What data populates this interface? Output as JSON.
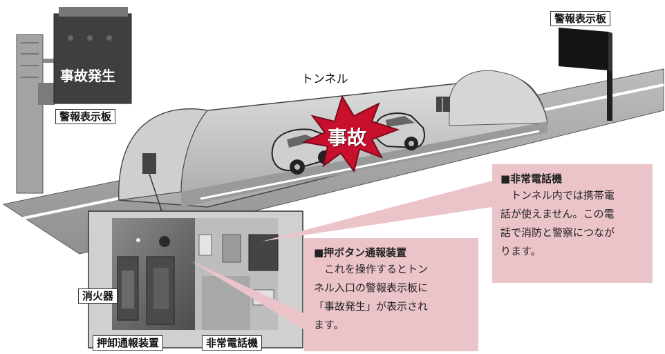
{
  "labels": {
    "tunnel": "トンネル",
    "accident": "事故",
    "accident_occurred": "事故発生",
    "warning_board_left": "警報表示板",
    "warning_board_right": "警報表示板",
    "extinguisher": "消火器",
    "push_button_device": "押卸通報装置",
    "emergency_phone_device": "非常電話機"
  },
  "notes": {
    "phone": {
      "title": "■非常電話機",
      "lines": [
        "トンネル内では携帯電",
        "話が使えません。この電",
        "話で消防と警察につなが",
        "ります。"
      ]
    },
    "button": {
      "title": "■押ボタン通報装置",
      "lines": [
        "これを操作するとトン",
        "ネル入口の警報表示板に",
        "「事故発生」が表示され",
        "ます。"
      ]
    }
  },
  "colors": {
    "note_bg": "#ebc4c9",
    "burst": "#c8102e"
  }
}
